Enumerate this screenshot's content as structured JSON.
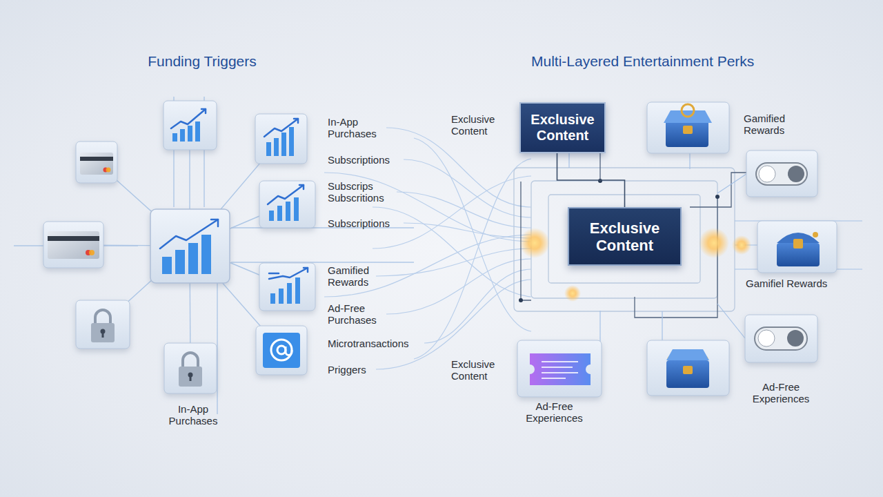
{
  "diagram": {
    "nodes": [
      {
        "text": [
          "Exclusive Content"
        ]
      },
      {
        "text": [
          "Exclusive Content"
        ]
      }
    ],
    "edges": [
      {
        "from": 0,
        "to": 1,
        "arrow": "none"
      }
    ],
    "labels": [
      "Funding Triggers",
      "Multi-Layered Entertainment Perks",
      "In-App Purchases",
      "Subscriptions",
      "Subscrips Subscritions",
      "Subscriptions",
      "Gamified Rewards",
      "Ad-Free Purchases",
      "Microtransactions",
      "Priggers",
      "In-App Purchases",
      "Exclusive Content",
      "Gamified Rewards",
      "Gamifiel Rewards",
      "Exclusive Content",
      "Ad-Free Experiences",
      "Ad-Free Experiences"
    ]
  }
}
